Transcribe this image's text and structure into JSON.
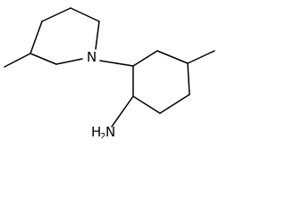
{
  "molecule": {
    "atoms": {
      "nitrogen": "N",
      "amine_h": "H",
      "amine_subscript": "2",
      "amine_n": "N"
    }
  }
}
